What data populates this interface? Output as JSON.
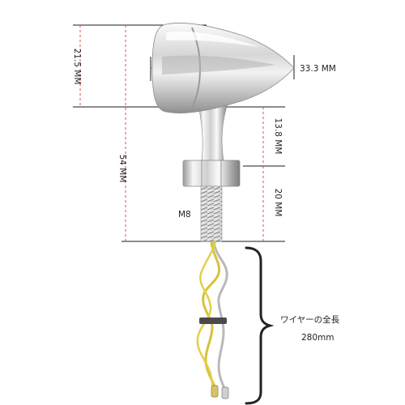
{
  "diagram": {
    "product": "bullet turn signal (chrome)",
    "dimensions": {
      "head_height": "21.5 MM",
      "head_diameter": "33.3 MM",
      "neck_length": "13.8 MM",
      "total_length": "54 MM",
      "bolt_length": "20 MM",
      "thread": "M8"
    },
    "wire": {
      "label": "ワイヤーの全長",
      "length": "280mm"
    },
    "colors": {
      "dimension_line": "#d9534f",
      "extension_line": "#1a1a1a",
      "chrome_light": "#f4f4f4",
      "chrome_dark": "#8c8c8c",
      "wire_yellow": "#d8c23a",
      "wire_grey": "#b9b9b9"
    }
  }
}
